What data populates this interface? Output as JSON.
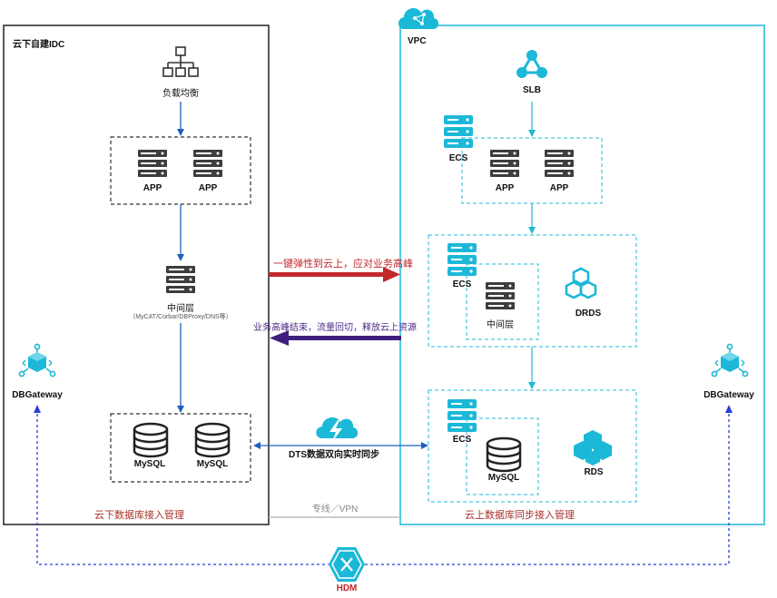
{
  "idc": {
    "title": "云下自建IDC",
    "load_balancer": "负载均衡",
    "app_1": "APP",
    "app_2": "APP",
    "middle_layer": "中间层",
    "middle_layer_note": "（MyCAT/Corbar/DBProxy/DNS等）",
    "mysql_1": "MySQL",
    "mysql_2": "MySQL",
    "dbgateway": "DBGateway",
    "caption": "云下数据库接入管理"
  },
  "vpc": {
    "title": "VPC",
    "slb": "SLB",
    "ecs_app": "ECS",
    "app_1": "APP",
    "app_2": "APP",
    "ecs_mid": "ECS",
    "middle_layer": "中间层",
    "drds": "DRDS",
    "ecs_db": "ECS",
    "mysql": "MySQL",
    "rds": "RDS",
    "dbgateway": "DBGateway",
    "caption": "云上数据库同步接入管理"
  },
  "flows": {
    "to_cloud": "一键弹性到云上，应对业务高峰",
    "back_to_idc": "业务高峰结束，流量回切，释放云上资源",
    "dts": "DTS数据双向实时同步",
    "line": "专线／VPN"
  },
  "hdm": "HDM",
  "colors": {
    "cloud": "#1cb8d8",
    "red_arrow": "#c0282c",
    "purple_arrow": "#3f1f7d",
    "blue_line": "#1e5fbf",
    "dashed_blue": "#2a3fd6"
  }
}
